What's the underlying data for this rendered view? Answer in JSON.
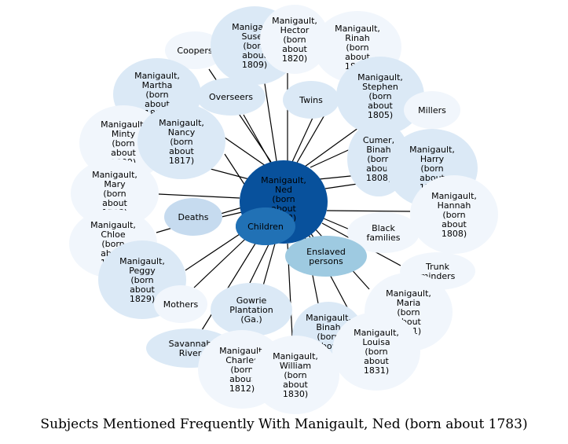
{
  "caption": "Subjects Mentioned Frequently With Manigault, Ned (born about 1783)",
  "center": {
    "id": "ned",
    "lines": [
      "Manigault,",
      "Ned",
      "(born",
      "about",
      "1783)"
    ]
  },
  "palette": {
    "center": "#08519c",
    "strong": "#2171b5",
    "medium": "#9ecae1",
    "light": "#c6dbef",
    "pale": "#dbe9f6",
    "faint": "#f1f6fc",
    "edge": "#000000"
  },
  "nodes": [
    {
      "id": "coopers",
      "lines": [
        "Coopers"
      ],
      "tone": "faint"
    },
    {
      "id": "susey",
      "lines": [
        "Manigault,",
        "Susey",
        "(born",
        "about",
        "1809)"
      ],
      "tone": "pale"
    },
    {
      "id": "hector",
      "lines": [
        "Manigault,",
        "Hector",
        "(born",
        "about",
        "1820)"
      ],
      "tone": "faint"
    },
    {
      "id": "rinah",
      "lines": [
        "Manigault,",
        "Rinah",
        "(born",
        "about",
        "1801)"
      ],
      "tone": "faint"
    },
    {
      "id": "martha",
      "lines": [
        "Manigault,",
        "Martha",
        "(born",
        "about",
        "1817)"
      ],
      "tone": "pale"
    },
    {
      "id": "overseers",
      "lines": [
        "Overseers"
      ],
      "tone": "pale"
    },
    {
      "id": "twins",
      "lines": [
        "Twins"
      ],
      "tone": "pale"
    },
    {
      "id": "stephen",
      "lines": [
        "Manigault,",
        "Stephen",
        "(born",
        "about",
        "1805)"
      ],
      "tone": "pale"
    },
    {
      "id": "millers",
      "lines": [
        "Millers"
      ],
      "tone": "faint"
    },
    {
      "id": "minty",
      "lines": [
        "Manigault,",
        "Minty",
        "(born",
        "about",
        "1809)"
      ],
      "tone": "faint"
    },
    {
      "id": "nancy",
      "lines": [
        "Manigault,",
        "Nancy",
        "(born",
        "about",
        "1817)"
      ],
      "tone": "pale"
    },
    {
      "id": "binah-cumer",
      "lines": [
        "Cumer,",
        "Binah",
        "(born",
        "about",
        "1808)"
      ],
      "tone": "pale"
    },
    {
      "id": "harry",
      "lines": [
        "Manigault,",
        "Harry",
        "(born",
        "about",
        "1793)"
      ],
      "tone": "pale"
    },
    {
      "id": "mary",
      "lines": [
        "Manigault,",
        "Mary",
        "(born",
        "about",
        "1783)"
      ],
      "tone": "faint"
    },
    {
      "id": "hannah",
      "lines": [
        "Manigault,",
        "Hannah",
        "(born",
        "about",
        "1808)"
      ],
      "tone": "faint"
    },
    {
      "id": "deaths",
      "lines": [
        "Deaths"
      ],
      "tone": "light"
    },
    {
      "id": "children",
      "lines": [
        "Children"
      ],
      "tone": "strong"
    },
    {
      "id": "black-families",
      "lines": [
        "Black",
        "families"
      ],
      "tone": "faint"
    },
    {
      "id": "chloe",
      "lines": [
        "Manigault,",
        "Chloe",
        "(born",
        "about",
        "1801)"
      ],
      "tone": "faint"
    },
    {
      "id": "enslaved",
      "lines": [
        "Enslaved",
        "persons"
      ],
      "tone": "medium"
    },
    {
      "id": "trunk",
      "lines": [
        "Trunk",
        "minders"
      ],
      "tone": "faint"
    },
    {
      "id": "peggy",
      "lines": [
        "Manigault,",
        "Peggy",
        "(born",
        "about",
        "1829)"
      ],
      "tone": "pale"
    },
    {
      "id": "mothers",
      "lines": [
        "Mothers"
      ],
      "tone": "faint"
    },
    {
      "id": "gowrie",
      "lines": [
        "Gowrie",
        "Plantation",
        "(Ga.)"
      ],
      "tone": "pale"
    },
    {
      "id": "maria",
      "lines": [
        "Manigault,",
        "Maria",
        "(born",
        "about",
        "1801)"
      ],
      "tone": "faint"
    },
    {
      "id": "binah-m",
      "lines": [
        "Manigault,",
        "Binah",
        "(born",
        "about",
        "1808)"
      ],
      "tone": "pale"
    },
    {
      "id": "louisa",
      "lines": [
        "Manigault,",
        "Louisa",
        "(born",
        "about",
        "1831)"
      ],
      "tone": "faint"
    },
    {
      "id": "savannah",
      "lines": [
        "Savannah",
        "River"
      ],
      "tone": "pale"
    },
    {
      "id": "charles",
      "lines": [
        "Manigault,",
        "Charles",
        "(born",
        "about",
        "1812)"
      ],
      "tone": "faint"
    },
    {
      "id": "william",
      "lines": [
        "Manigault,",
        "William",
        "(born",
        "about",
        "1830)"
      ],
      "tone": "faint"
    }
  ]
}
